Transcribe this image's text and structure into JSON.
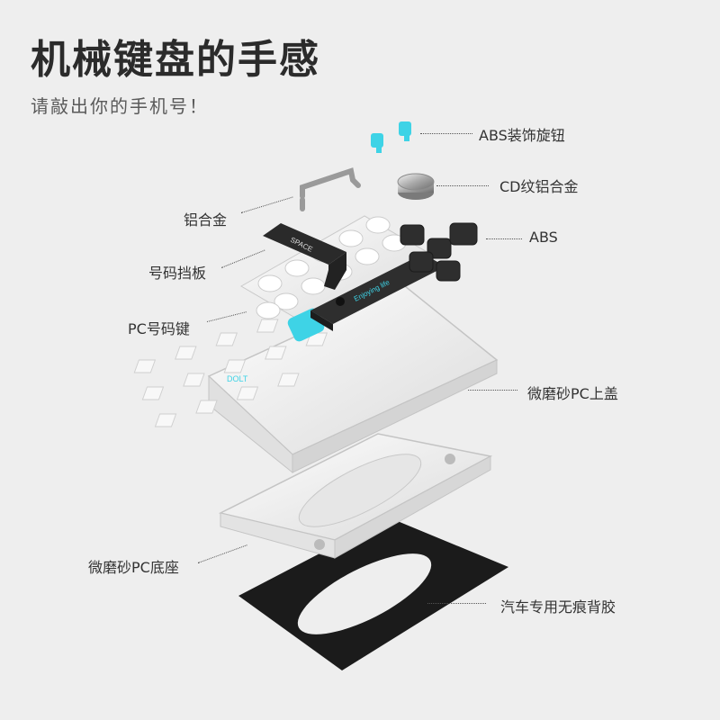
{
  "title": "机械键盘的手感",
  "subtitle": "请敲出你的手机号！",
  "labels": {
    "abs_knob": "ABS装饰旋钮",
    "cd_alloy": "CD纹铝合金",
    "aluminum": "铝合金",
    "abs": "ABS",
    "number_plate": "号码挡板",
    "pc_keys": "PC号码键",
    "top_cover": "微磨砂PC上盖",
    "base": "微磨砂PC底座",
    "pad": "汽车专用无痕背胶"
  },
  "product_text": {
    "space_key": "SPACE",
    "cable_text": "Enjoying life",
    "case_logo": "DOLT"
  },
  "colors": {
    "accent": "#3ed3e6",
    "dark_keys": "#2e2e2e",
    "background": "#eeeeee"
  }
}
